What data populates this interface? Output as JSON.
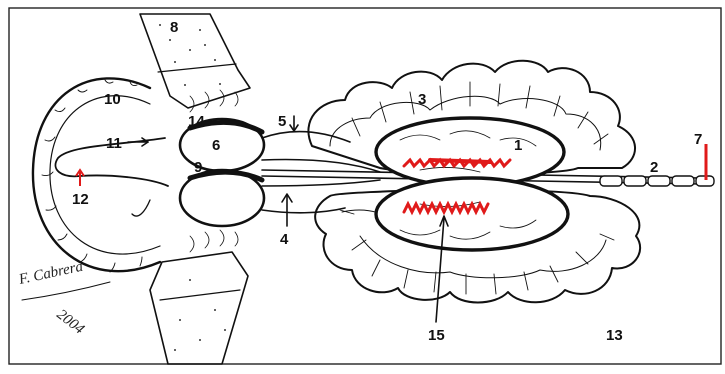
{
  "figure": {
    "labels": [
      "1",
      "2",
      "3",
      "4",
      "5",
      "6",
      "7",
      "8",
      "9",
      "10",
      "11",
      "12",
      "13",
      "14",
      "15"
    ],
    "signature": [
      "F. Cabrera",
      "2004"
    ],
    "colors": {
      "ink": "#111111",
      "highlight": "#e01a1a",
      "background": "#ffffff"
    }
  }
}
